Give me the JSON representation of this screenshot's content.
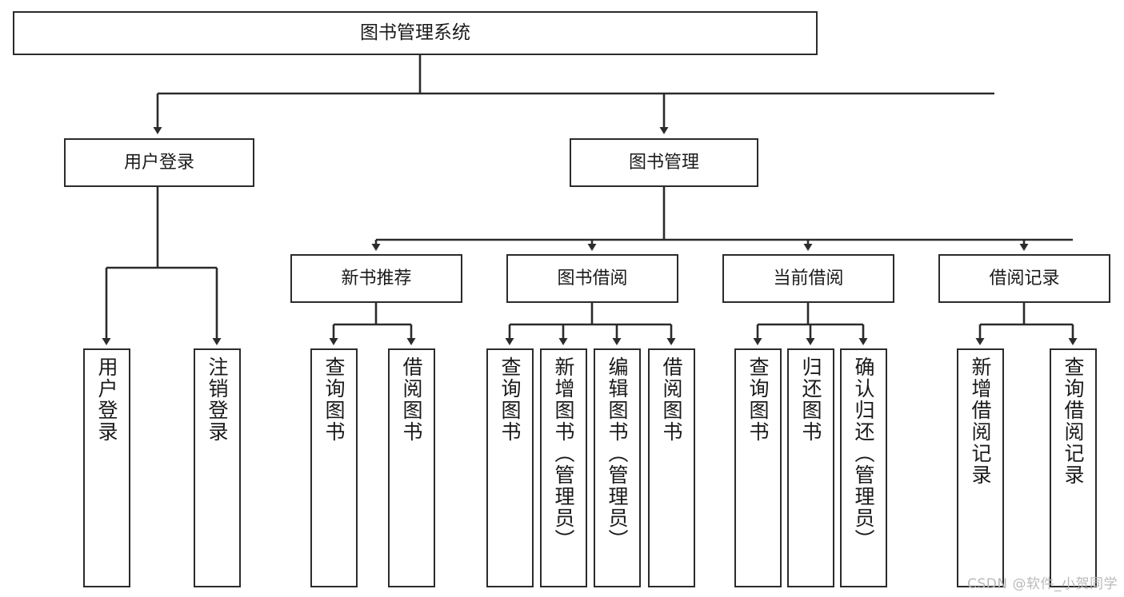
{
  "diagram": {
    "title": "图书管理系统",
    "type": "hierarchy-tree",
    "watermark": "CSDN @软件_小贺同学",
    "colors": {
      "box_border": "#2b2b2b",
      "box_fill": "#ffffff",
      "edge": "#2b2b2b",
      "text": "#1a1a1a",
      "watermark": "#b9b9b9"
    },
    "root": {
      "label": "图书管理系统"
    },
    "level1": [
      {
        "label": "用户登录"
      },
      {
        "label": "图书管理"
      }
    ],
    "level2": [
      {
        "label": "新书推荐"
      },
      {
        "label": "图书借阅"
      },
      {
        "label": "当前借阅"
      },
      {
        "label": "借阅记录"
      }
    ],
    "leaves": [
      {
        "label": "用户登录",
        "parent": "用户登录"
      },
      {
        "label": "注销登录",
        "parent": "用户登录"
      },
      {
        "label": "查询图书",
        "parent": "新书推荐"
      },
      {
        "label": "借阅图书",
        "parent": "新书推荐"
      },
      {
        "label": "查询图书",
        "parent": "图书借阅"
      },
      {
        "label": "新增图书（管理员）",
        "parent": "图书借阅"
      },
      {
        "label": "编辑图书（管理员）",
        "parent": "图书借阅"
      },
      {
        "label": "借阅图书",
        "parent": "图书借阅"
      },
      {
        "label": "查询图书",
        "parent": "当前借阅"
      },
      {
        "label": "归还图书",
        "parent": "当前借阅"
      },
      {
        "label": "确认归还（管理员）",
        "parent": "当前借阅"
      },
      {
        "label": "新增借阅记录",
        "parent": "借阅记录"
      },
      {
        "label": "查询借阅记录",
        "parent": "借阅记录"
      }
    ]
  }
}
